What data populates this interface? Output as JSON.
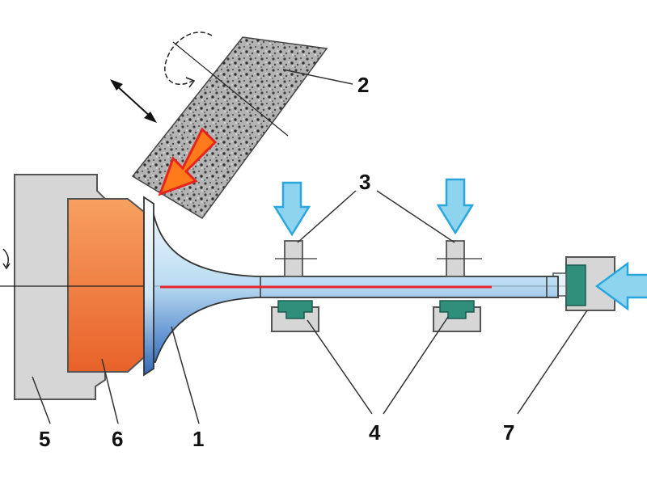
{
  "labels": {
    "grinding_wheel": "2",
    "guide_rollers": "3",
    "supports": "4",
    "chuck_body": "5",
    "chuck_jaw": "6",
    "valve": "1",
    "end_stop": "7"
  },
  "colors": {
    "background": "#ffffff",
    "housing": "#d6d6d6",
    "outline": "#555555",
    "chuck_jaw_light": "#f7a060",
    "chuck_jaw_dark": "#e8622a",
    "valve_light": "#e8f4fb",
    "valve_dark": "#3a72c4",
    "axis_line": "#e8262f",
    "push_arrow_fill": "#8fd4ee",
    "push_arrow_stroke": "#2aa6df",
    "force_arrow_fill": "#ff7a1a",
    "force_arrow_stroke": "#e6231c",
    "support_green": "#2f8f7a",
    "wheel_texture": "#8a8a8a"
  },
  "icons": {
    "rotation": "rotation-arrow-icon",
    "feed": "double-headed-arrow-icon",
    "push": "down-arrow-icon",
    "axial_push": "left-arrow-icon"
  }
}
